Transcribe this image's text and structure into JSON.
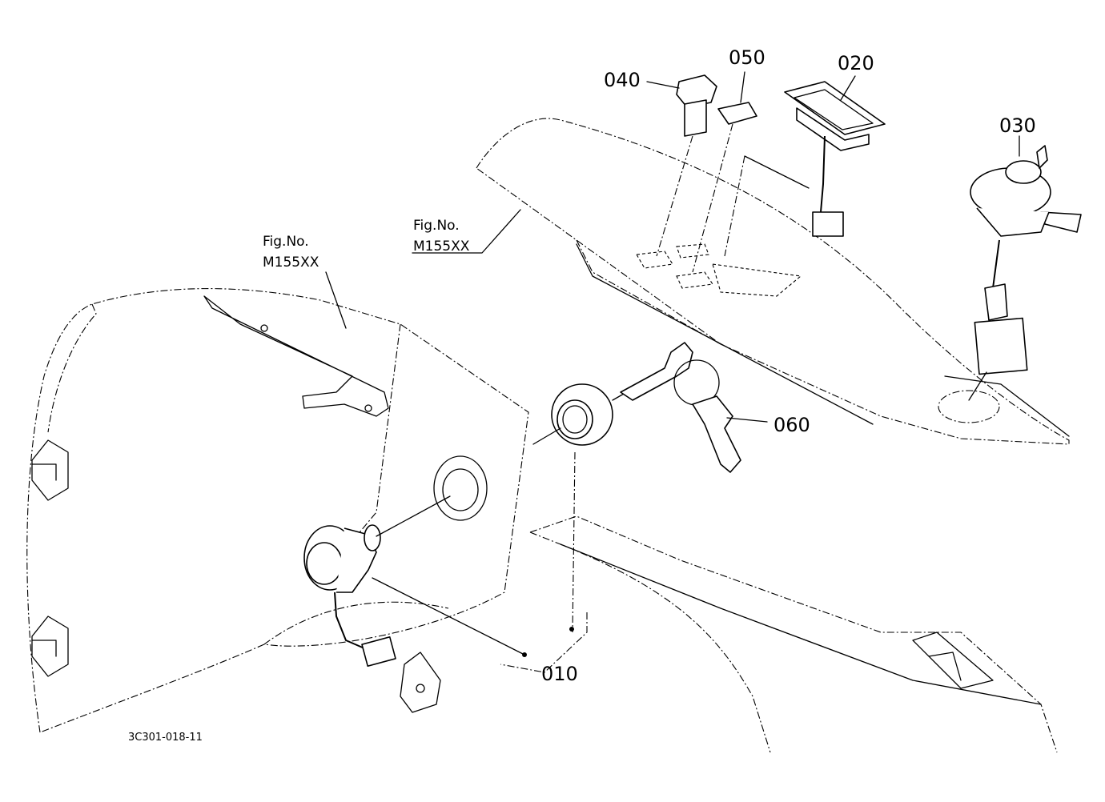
{
  "callouts": {
    "p010": "010",
    "p020": "020",
    "p030": "030",
    "p040": "040",
    "p050": "050",
    "p060": "060"
  },
  "fig_refs": {
    "left": {
      "line1": "Fig.No.",
      "line2": "M155XX"
    },
    "right": {
      "line1": "Fig.No.",
      "line2": "M155XX"
    }
  },
  "drawing_number": "3C301-018-11"
}
